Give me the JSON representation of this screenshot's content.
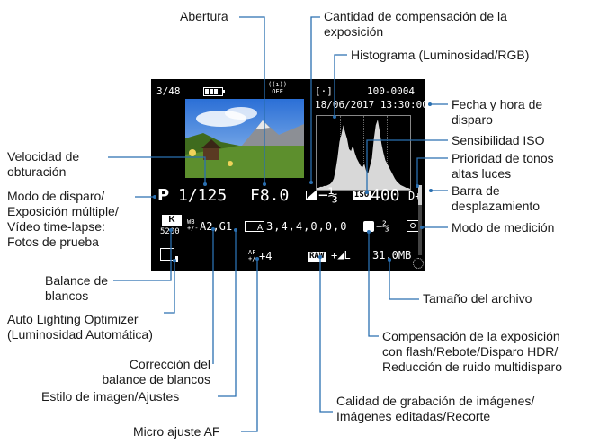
{
  "labels": {
    "abertura": "Abertura",
    "compensacion": "Cantidad de compensación de la\nexposición",
    "histograma": "Histograma (Luminosidad/RGB)",
    "fecha": "Fecha y hora de\ndisparo",
    "iso": "Sensibilidad ISO",
    "prioridad": "Prioridad de tonos\naltas luces",
    "barra": "Barra de\ndesplazamiento",
    "medicion": "Modo de medición",
    "velocidad": "Velocidad de\nobturación",
    "modo_disparo": "Modo de disparo/\nExposición múltiple/\nVídeo time-lapse:\nFotos de prueba",
    "balance": "Balance de\nblancos",
    "alo": "Auto Lighting Optimizer\n(Luminosidad Automática)",
    "tamano": "Tamaño del archivo",
    "flash": "Compensación de la exposición\ncon flash/Rebote/Disparo HDR/\nReducción de ruido multidisparo",
    "correccion": "Corrección del\nbalance de blancos",
    "estilo": "Estilo de imagen/Ajustes",
    "calidad": "Calidad de grabación de imágenes/\nImágenes editadas/Recorte",
    "micro": "Micro ajuste AF"
  },
  "screen": {
    "counter": "3/48",
    "wifi": "((ı))\nOFF",
    "metering_mark": "[·]",
    "folder_file": "100-0004",
    "date_time": "18/06/2017 13:30:00",
    "mode": "P",
    "shutter": "1/125",
    "aperture": "F8.0",
    "exp_comp": "−⅓",
    "iso_badge": "ISO",
    "iso": "400",
    "d_plus": "D+",
    "wb_k": "K",
    "wb_value": "5200",
    "wb_shift_mark": "WB\n+/-",
    "wb_shift": "A2,G1",
    "picture_style_badge": "A",
    "picture_style": "3,4,4,0,0,0",
    "flash_comp": "−⅔",
    "af_mark": "AF\n+/-",
    "af_micro": "+4",
    "raw_badge": "RAW",
    "quality": "+◢L",
    "file_size": "31.0MB"
  },
  "histogram": {
    "values": [
      2,
      2,
      3,
      3,
      4,
      4,
      5,
      6,
      8,
      12,
      22,
      35,
      52,
      60,
      70,
      62,
      55,
      44,
      42,
      48,
      40,
      34,
      30,
      26,
      24,
      28,
      20,
      18,
      26,
      34,
      55,
      70,
      76,
      64,
      50,
      40,
      32,
      28,
      24,
      20,
      16,
      12,
      9,
      7,
      5,
      4,
      3,
      2,
      2,
      1
    ]
  }
}
